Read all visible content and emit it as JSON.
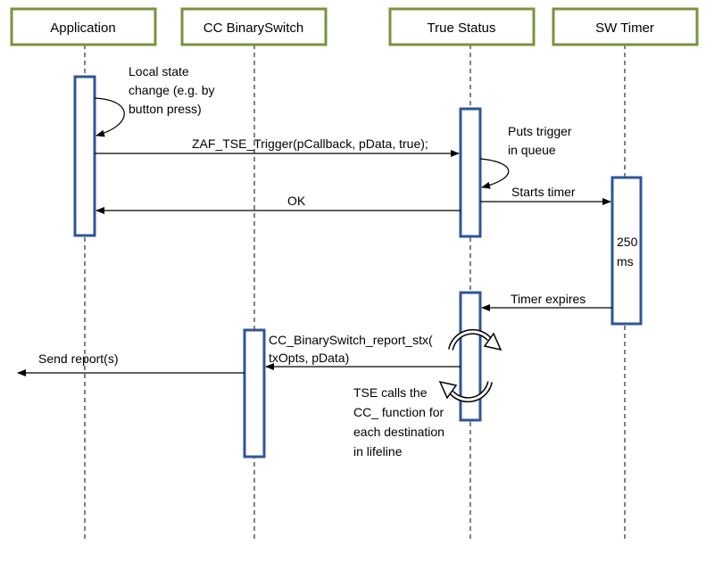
{
  "colors": {
    "actor_border": "#77933c",
    "activation_border": "#2f5597",
    "line": "#000000"
  },
  "actors": [
    {
      "id": "app",
      "label": "Application"
    },
    {
      "id": "cc",
      "label": "CC BinarySwitch"
    },
    {
      "id": "ts",
      "label": "True Status"
    },
    {
      "id": "timer",
      "label": "SW Timer"
    }
  ],
  "notes": {
    "local_state": [
      "Local state",
      "change (e.g. by",
      "button press)"
    ],
    "puts_trigger": [
      "Puts trigger",
      "in queue"
    ],
    "timer_duration": [
      "250",
      "ms"
    ],
    "tse_calls": [
      "TSE calls the",
      "CC_ function for",
      "each destination",
      "in lifeline"
    ]
  },
  "messages": {
    "trigger": "ZAF_TSE_Trigger(pCallback, pData, true);",
    "ok": "OK",
    "starts_timer": "Starts timer",
    "timer_expires": "Timer expires",
    "report_call": [
      "CC_BinarySwitch_report_stx(",
      "txOpts, pData)"
    ],
    "send_report": "Send report(s)"
  }
}
